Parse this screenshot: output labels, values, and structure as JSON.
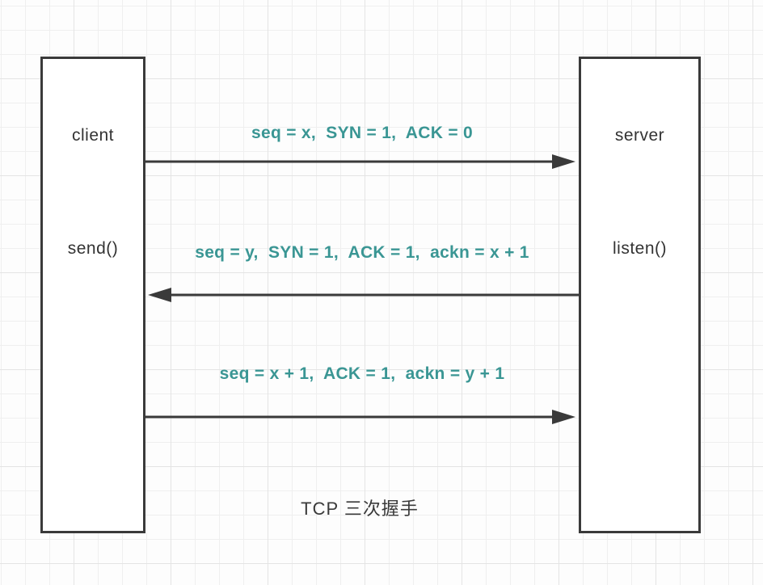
{
  "diagram": {
    "title": "TCP 三次握手",
    "colors": {
      "accent_teal": "#3A9694",
      "line_dark": "#3A3A3A",
      "grid_minor": "#EFEFEF",
      "grid_major": "#E4E4E4",
      "box_fill": "#FFFFFF"
    },
    "client": {
      "name": "client",
      "action": "send()"
    },
    "server": {
      "name": "server",
      "action": "listen()"
    },
    "messages": [
      {
        "label": "seq = x,  SYN = 1,  ACK = 0",
        "direction": "client-to-server"
      },
      {
        "label": "seq = y,  SYN = 1,  ACK = 1,  ackn = x + 1",
        "direction": "server-to-client"
      },
      {
        "label": "seq = x + 1,  ACK = 1,  ackn = y + 1",
        "direction": "client-to-server"
      }
    ]
  }
}
